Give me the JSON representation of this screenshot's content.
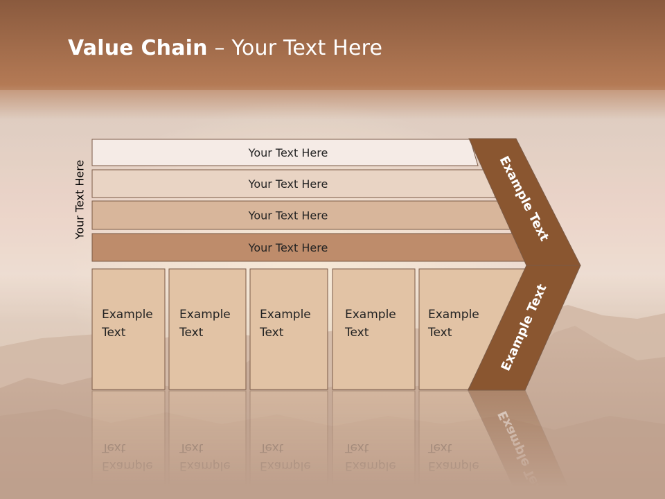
{
  "slide": {
    "title_bold": "Value Chain",
    "title_rest": " – Your Text Here",
    "side_label": "Your Text Here"
  },
  "rows": [
    {
      "label": "Your Text Here",
      "fill": "#f5ebe6"
    },
    {
      "label": "Your Text Here",
      "fill": "#e9d4c4"
    },
    {
      "label": "Your Text Here",
      "fill": "#d8b69b"
    },
    {
      "label": "Your Text Here",
      "fill": "#be8c6b"
    }
  ],
  "columns": [
    {
      "line1": "Example",
      "line2": "Text"
    },
    {
      "line1": "Example",
      "line2": "Text"
    },
    {
      "line1": "Example",
      "line2": "Text"
    },
    {
      "line1": "Example",
      "line2": "Text"
    },
    {
      "line1": "Example",
      "line2": "Text"
    }
  ],
  "chevron": {
    "upper_label": "Example Text",
    "lower_label": "Example Text",
    "fill": "#8a5630"
  },
  "colors": {
    "column_fill": "#e2c3a5",
    "outline": "#7a5a46"
  }
}
